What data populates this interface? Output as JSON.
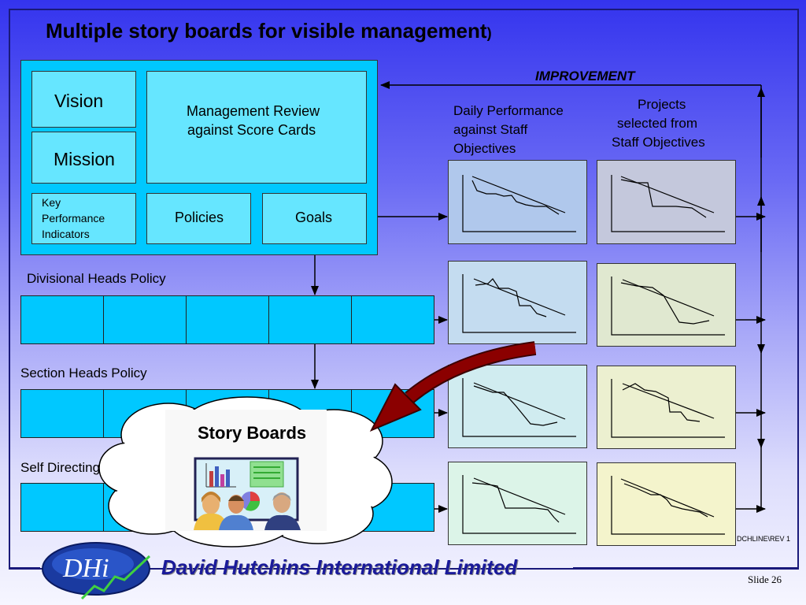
{
  "title": {
    "main": "Multiple story boards for visible management",
    "paren": ")"
  },
  "top_panel": {
    "vision": "Vision",
    "mission": "Mission",
    "review_line1": "Management Review",
    "review_line2": "against Score Cards",
    "kpi_line1": "Key",
    "kpi_line2": "Performance",
    "kpi_line3": "Indicators",
    "policies": "Policies",
    "goals": "Goals"
  },
  "levels": {
    "divisional": "Divisional Heads Policy",
    "section": "Section Heads Policy",
    "self": "Self Directing"
  },
  "improvement": "IMPROVEMENT",
  "daily_perf": {
    "line1": "Daily Performance",
    "line2": "against Staff",
    "line3": "Objectives"
  },
  "projects": {
    "line1": "Projects",
    "line2": "selected from",
    "line3": "Staff Objectives"
  },
  "story_boards": "Story Boards",
  "ref_code": "DCHLINE\\REV 1",
  "company": "David Hutchins International Limited",
  "logo_text": "DHi",
  "slide": "Slide 26",
  "colors": {
    "panel": "#00c8ff",
    "box": "#66e6ff",
    "chart_left": [
      "#b0c8ec",
      "#c4dcf0",
      "#d0ecf0",
      "#dcf4e8"
    ],
    "chart_right": [
      "#c4c8dc",
      "#e0e8d0",
      "#ecf0d0",
      "#f4f4cc"
    ],
    "curved_arrow": "#8b0000",
    "company_text": "#1a1a9a"
  }
}
